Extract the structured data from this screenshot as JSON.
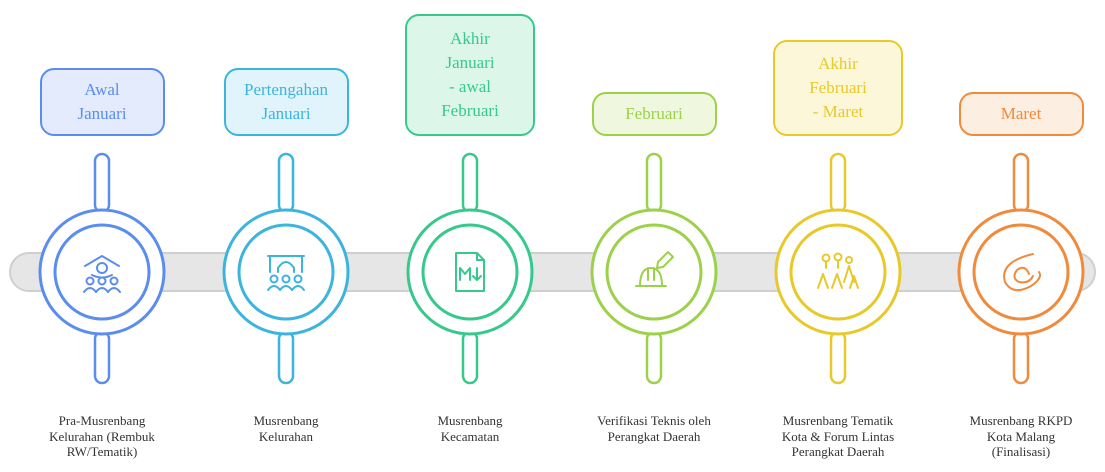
{
  "timeline": {
    "stages": [
      {
        "period": "Awal\nJanuari",
        "activity": "Pra-Musrenbang\nKelurahan (Rembuk\nRW/Tematik)",
        "icon": "community-leader-icon",
        "color": "#5b8def",
        "fill": "#e3ebfc"
      },
      {
        "period": "Pertengahan\nJanuari",
        "activity": "Musrenbang\nKelurahan",
        "icon": "meeting-hall-icon",
        "color": "#3bb4de",
        "fill": "#e1f4fb"
      },
      {
        "period": "Akhir\nJanuari\n- awal\nFebruari",
        "activity": "Musrenbang\nKecamatan",
        "icon": "markdown-document-icon",
        "color": "#37c98c",
        "fill": "#ddf6ea"
      },
      {
        "period": "Februari",
        "activity": "Verifikasi Teknis oleh\nPerangkat Daerah",
        "icon": "hardhat-pencil-icon",
        "color": "#9cd14a",
        "fill": "#eff8de"
      },
      {
        "period": "Akhir\nFebruari\n- Maret",
        "activity": "Musrenbang Tematik\nKota & Forum Lintas\nPerangkat Daerah",
        "icon": "group-people-icon",
        "color": "#e8c92a",
        "fill": "#fcf7d9"
      },
      {
        "period": "Maret",
        "activity": "Musrenbang RKPD\nKota Malang\n(Finalisasi)",
        "icon": "spiral-hand-icon",
        "color": "#f08a3c",
        "fill": "#fdeee2"
      }
    ]
  }
}
